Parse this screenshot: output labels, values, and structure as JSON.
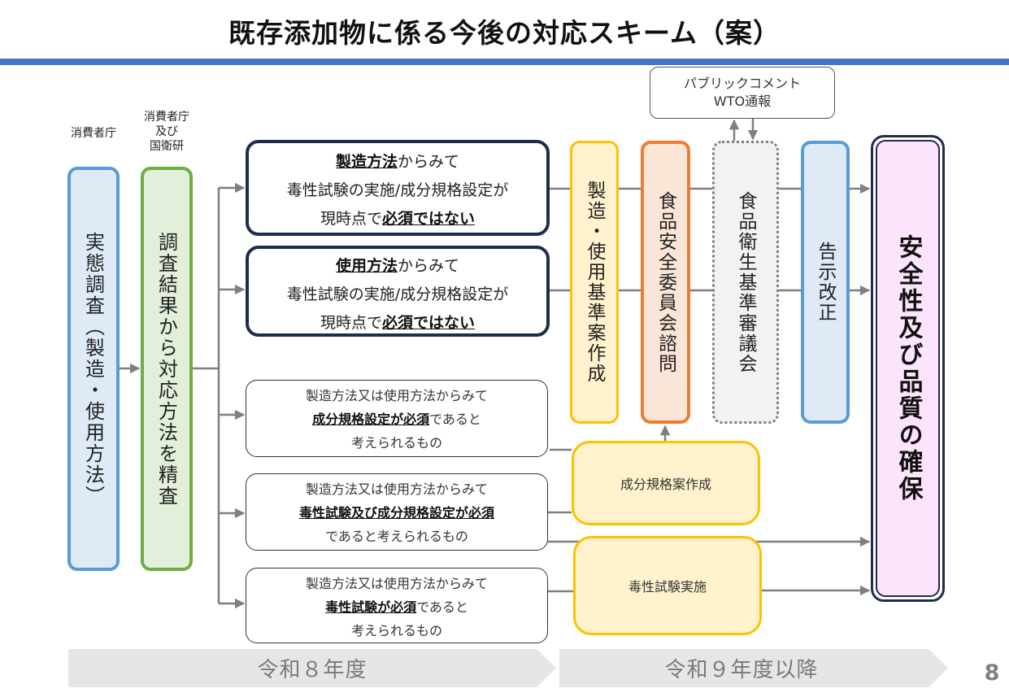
{
  "title": "既存添加物に係る今後の対応スキーム（案）",
  "actors": {
    "caa": "消費者庁",
    "caa_nihs_lines": [
      "消費者庁",
      "及び",
      "国衛研"
    ]
  },
  "steps": {
    "survey": "実態調査（製造・使用方法）",
    "review": "調査結果から対応方法を精査",
    "draft_standard": "製造・使用基準案作成",
    "fsc_consultation": "食品安全委員会諮問",
    "council": "食品衛生基準審議会",
    "notice_revision": "告示改正",
    "result": "安全性及び品質の確保",
    "spec_draft": "成分規格案作成",
    "toxicity_test": "毒性試験実施"
  },
  "public_comment": {
    "line1": "パブリックコメント",
    "line2": "WTO通報"
  },
  "categories": [
    {
      "line1_bold": "製造方法",
      "line1_rest": "からみて",
      "line2": "毒性試験の実施/成分規格設定が",
      "line3_pre": "現時点で",
      "line3_bold": "必須ではない"
    },
    {
      "line1_bold": "使用方法",
      "line1_rest": "からみて",
      "line2": "毒性試験の実施/成分規格設定が",
      "line3_pre": "現時点で",
      "line3_bold": "必須ではない"
    },
    {
      "line1": "製造方法又は使用方法からみて",
      "line2_bold": "成分規格設定が必須",
      "line2_rest": "であると",
      "line3": "考えられるもの"
    },
    {
      "line1": "製造方法又は使用方法からみて",
      "line2_bold": "毒性試験及び成分規格設定が必須",
      "line3": "であると考えられるもの"
    },
    {
      "line1": "製造方法又は使用方法からみて",
      "line2_bold": "毒性試験が必須",
      "line2_rest": "であると",
      "line3": "考えられるもの"
    }
  ],
  "timeline": [
    {
      "label": "令和８年度"
    },
    {
      "label": "令和９年度以降"
    }
  ],
  "page_number": "8",
  "colors": {
    "title_rule": "#4472c4",
    "survey": "#5b9bd5",
    "review": "#70ad47",
    "draft": "#ffc000",
    "fsc": "#ed7d31",
    "council": "#7f7f7f",
    "result_fill": "#fce4fc",
    "dark_border": "#1f2d4d",
    "connector": "#7f7f7f"
  }
}
